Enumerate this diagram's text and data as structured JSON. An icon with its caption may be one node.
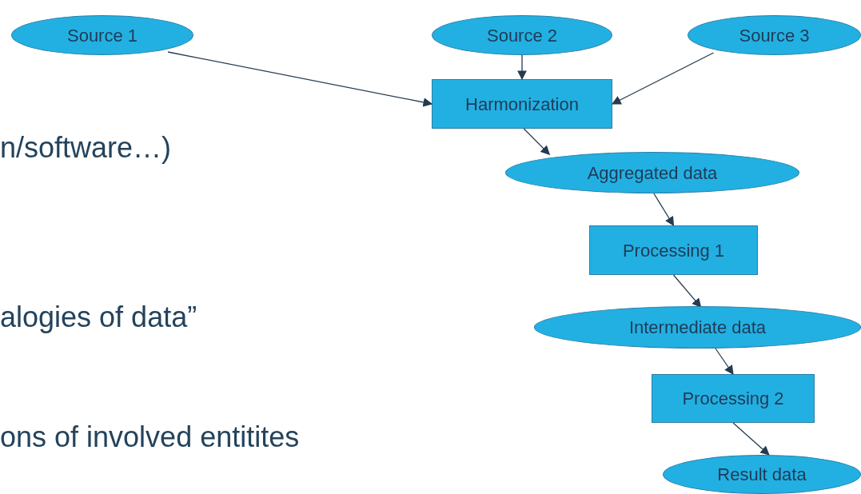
{
  "diagram": {
    "nodes": [
      {
        "text": [
          "Source 1"
        ]
      },
      {
        "text": [
          "Source 2"
        ]
      },
      {
        "text": [
          "Source 3"
        ]
      },
      {
        "text": [
          "Harmonization"
        ]
      },
      {
        "text": [
          "Aggregated data"
        ]
      },
      {
        "text": [
          "Processing 1"
        ]
      },
      {
        "text": [
          "Intermediate data"
        ]
      },
      {
        "text": [
          "Processing 2"
        ]
      },
      {
        "text": [
          "Result data"
        ]
      }
    ],
    "edges": [
      {
        "from": 0,
        "to": 3,
        "arrow": "to"
      },
      {
        "from": 1,
        "to": 3,
        "arrow": "to"
      },
      {
        "from": 2,
        "to": 3,
        "arrow": "to"
      },
      {
        "from": 3,
        "to": 4,
        "arrow": "to"
      },
      {
        "from": 4,
        "to": 5,
        "arrow": "to"
      },
      {
        "from": 5,
        "to": 6,
        "arrow": "to"
      },
      {
        "from": 6,
        "to": 7,
        "arrow": "to"
      },
      {
        "from": 7,
        "to": 8,
        "arrow": "to"
      }
    ],
    "labels": [
      "n/software…)",
      "alogies of data”",
      "ons of involved entitites"
    ]
  }
}
